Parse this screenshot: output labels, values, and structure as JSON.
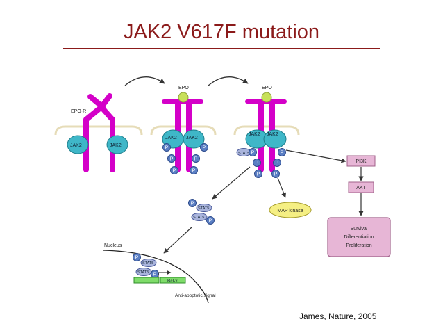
{
  "slide": {
    "title": "JAK2 V617F mutation",
    "citation": "James, Nature, 2005"
  },
  "diagram": {
    "receptor_label": "EPO-R",
    "ligand_label": "EPO",
    "kinase_label": "JAK2",
    "phospho_label": "P",
    "stat_label": "STAT5",
    "pi3k_label": "PI3K",
    "akt_label": "AKT",
    "mapk_label": "MAP kinase",
    "outcomes": [
      "Survival",
      "Differentiation",
      "Proliferation"
    ],
    "nucleus_label": "Nucleus",
    "gene_label": "Bcl-xl",
    "signal_label": "Anti-apoptotic signal"
  },
  "colors": {
    "title": "#8b1a1a",
    "receptor": "#d400c8",
    "jak2": "#3fb7c8",
    "epo": "#c8e05a",
    "phospho": "#5b7fc4",
    "stat": "#a9b4dc",
    "pathway_box": "#e7b6d6",
    "mapk": "#f5ef84",
    "gene": "#7fdc6a"
  }
}
